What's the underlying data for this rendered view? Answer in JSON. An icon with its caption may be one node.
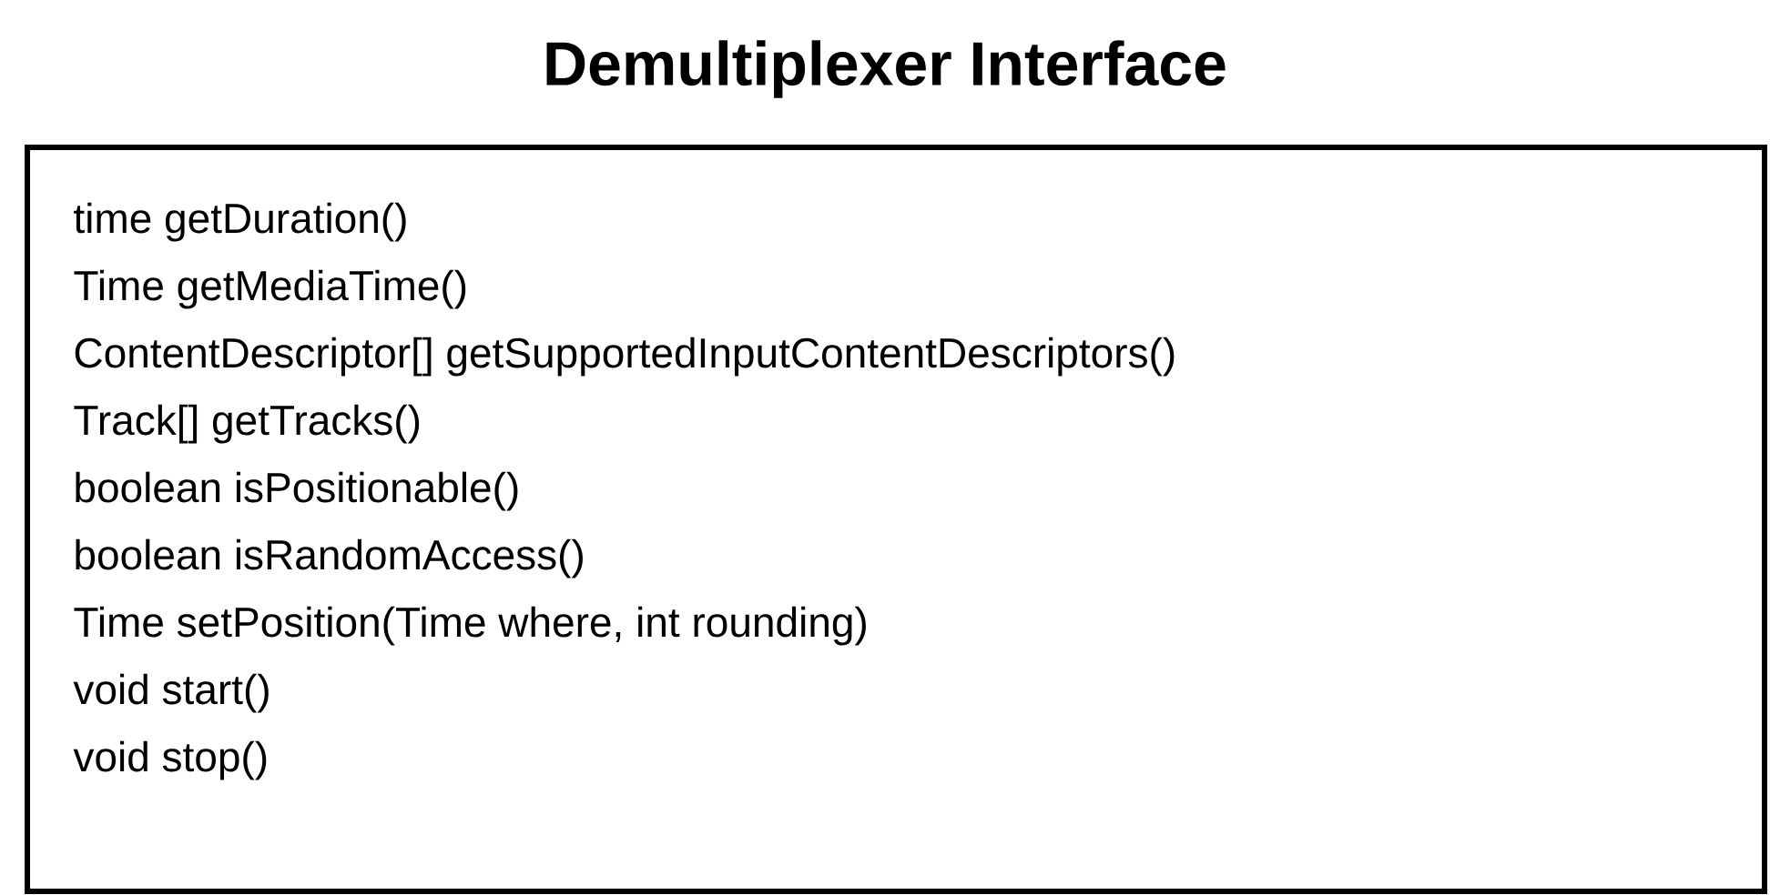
{
  "diagram": {
    "title": "Demultiplexer Interface",
    "nodes": [
      {
        "text": [
          "time getDuration()",
          "Time getMediaTime()",
          "ContentDescriptor[] getSupportedInputContentDescriptors()",
          "Track[] getTracks()",
          "boolean isPositionable()",
          "boolean isRandomAccess()",
          "Time setPosition(Time where, int rounding)",
          "void start()",
          "void stop()"
        ]
      }
    ]
  }
}
